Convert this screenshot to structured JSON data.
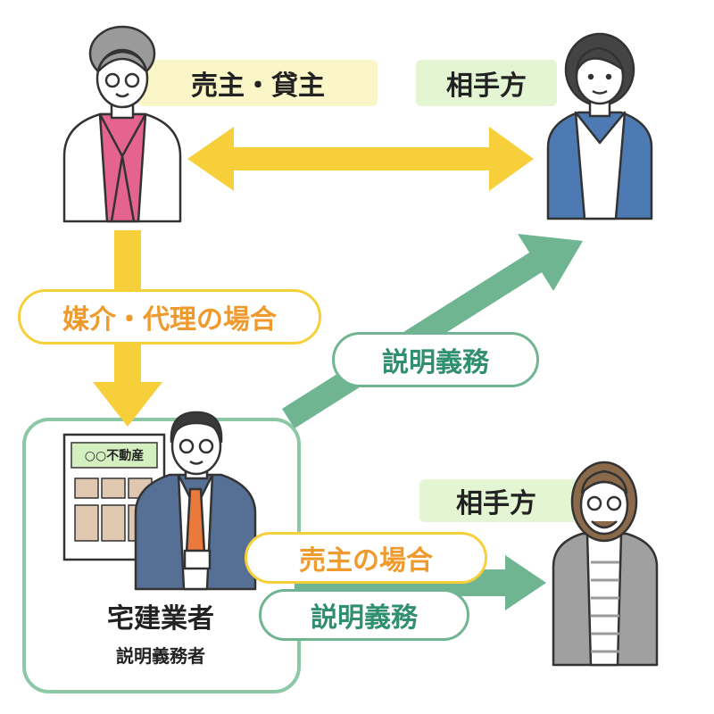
{
  "colors": {
    "yellow_arrow": "#f7cf3a",
    "green_arrow": "#6fb592",
    "orange_text": "#ef9a2c",
    "green_text": "#2f8f6e",
    "yellow_box": "#fbf6c7",
    "green_box": "#e3f5d3",
    "company_sign": "#d5f0c0",
    "office_border": "#8cc8a6"
  },
  "parties": {
    "seller_label": "売主・貸主",
    "buyer_label_top": "相手方",
    "buyer_label_bottom": "相手方"
  },
  "company": {
    "sign": "○○不動産",
    "title": "宅建業者",
    "subtitle": "説明義務者"
  },
  "flows": {
    "brokerage_label": "媒介・代理の場合",
    "duty_label_top": "説明義務",
    "seller_case_label": "売主の場合",
    "duty_label_bottom": "説明義務"
  },
  "icons": {
    "seller": "elderly-woman-icon",
    "buyer_top": "young-woman-icon",
    "agent": "businessman-icon",
    "building": "office-building-icon",
    "buyer_bottom": "bearded-man-icon"
  }
}
